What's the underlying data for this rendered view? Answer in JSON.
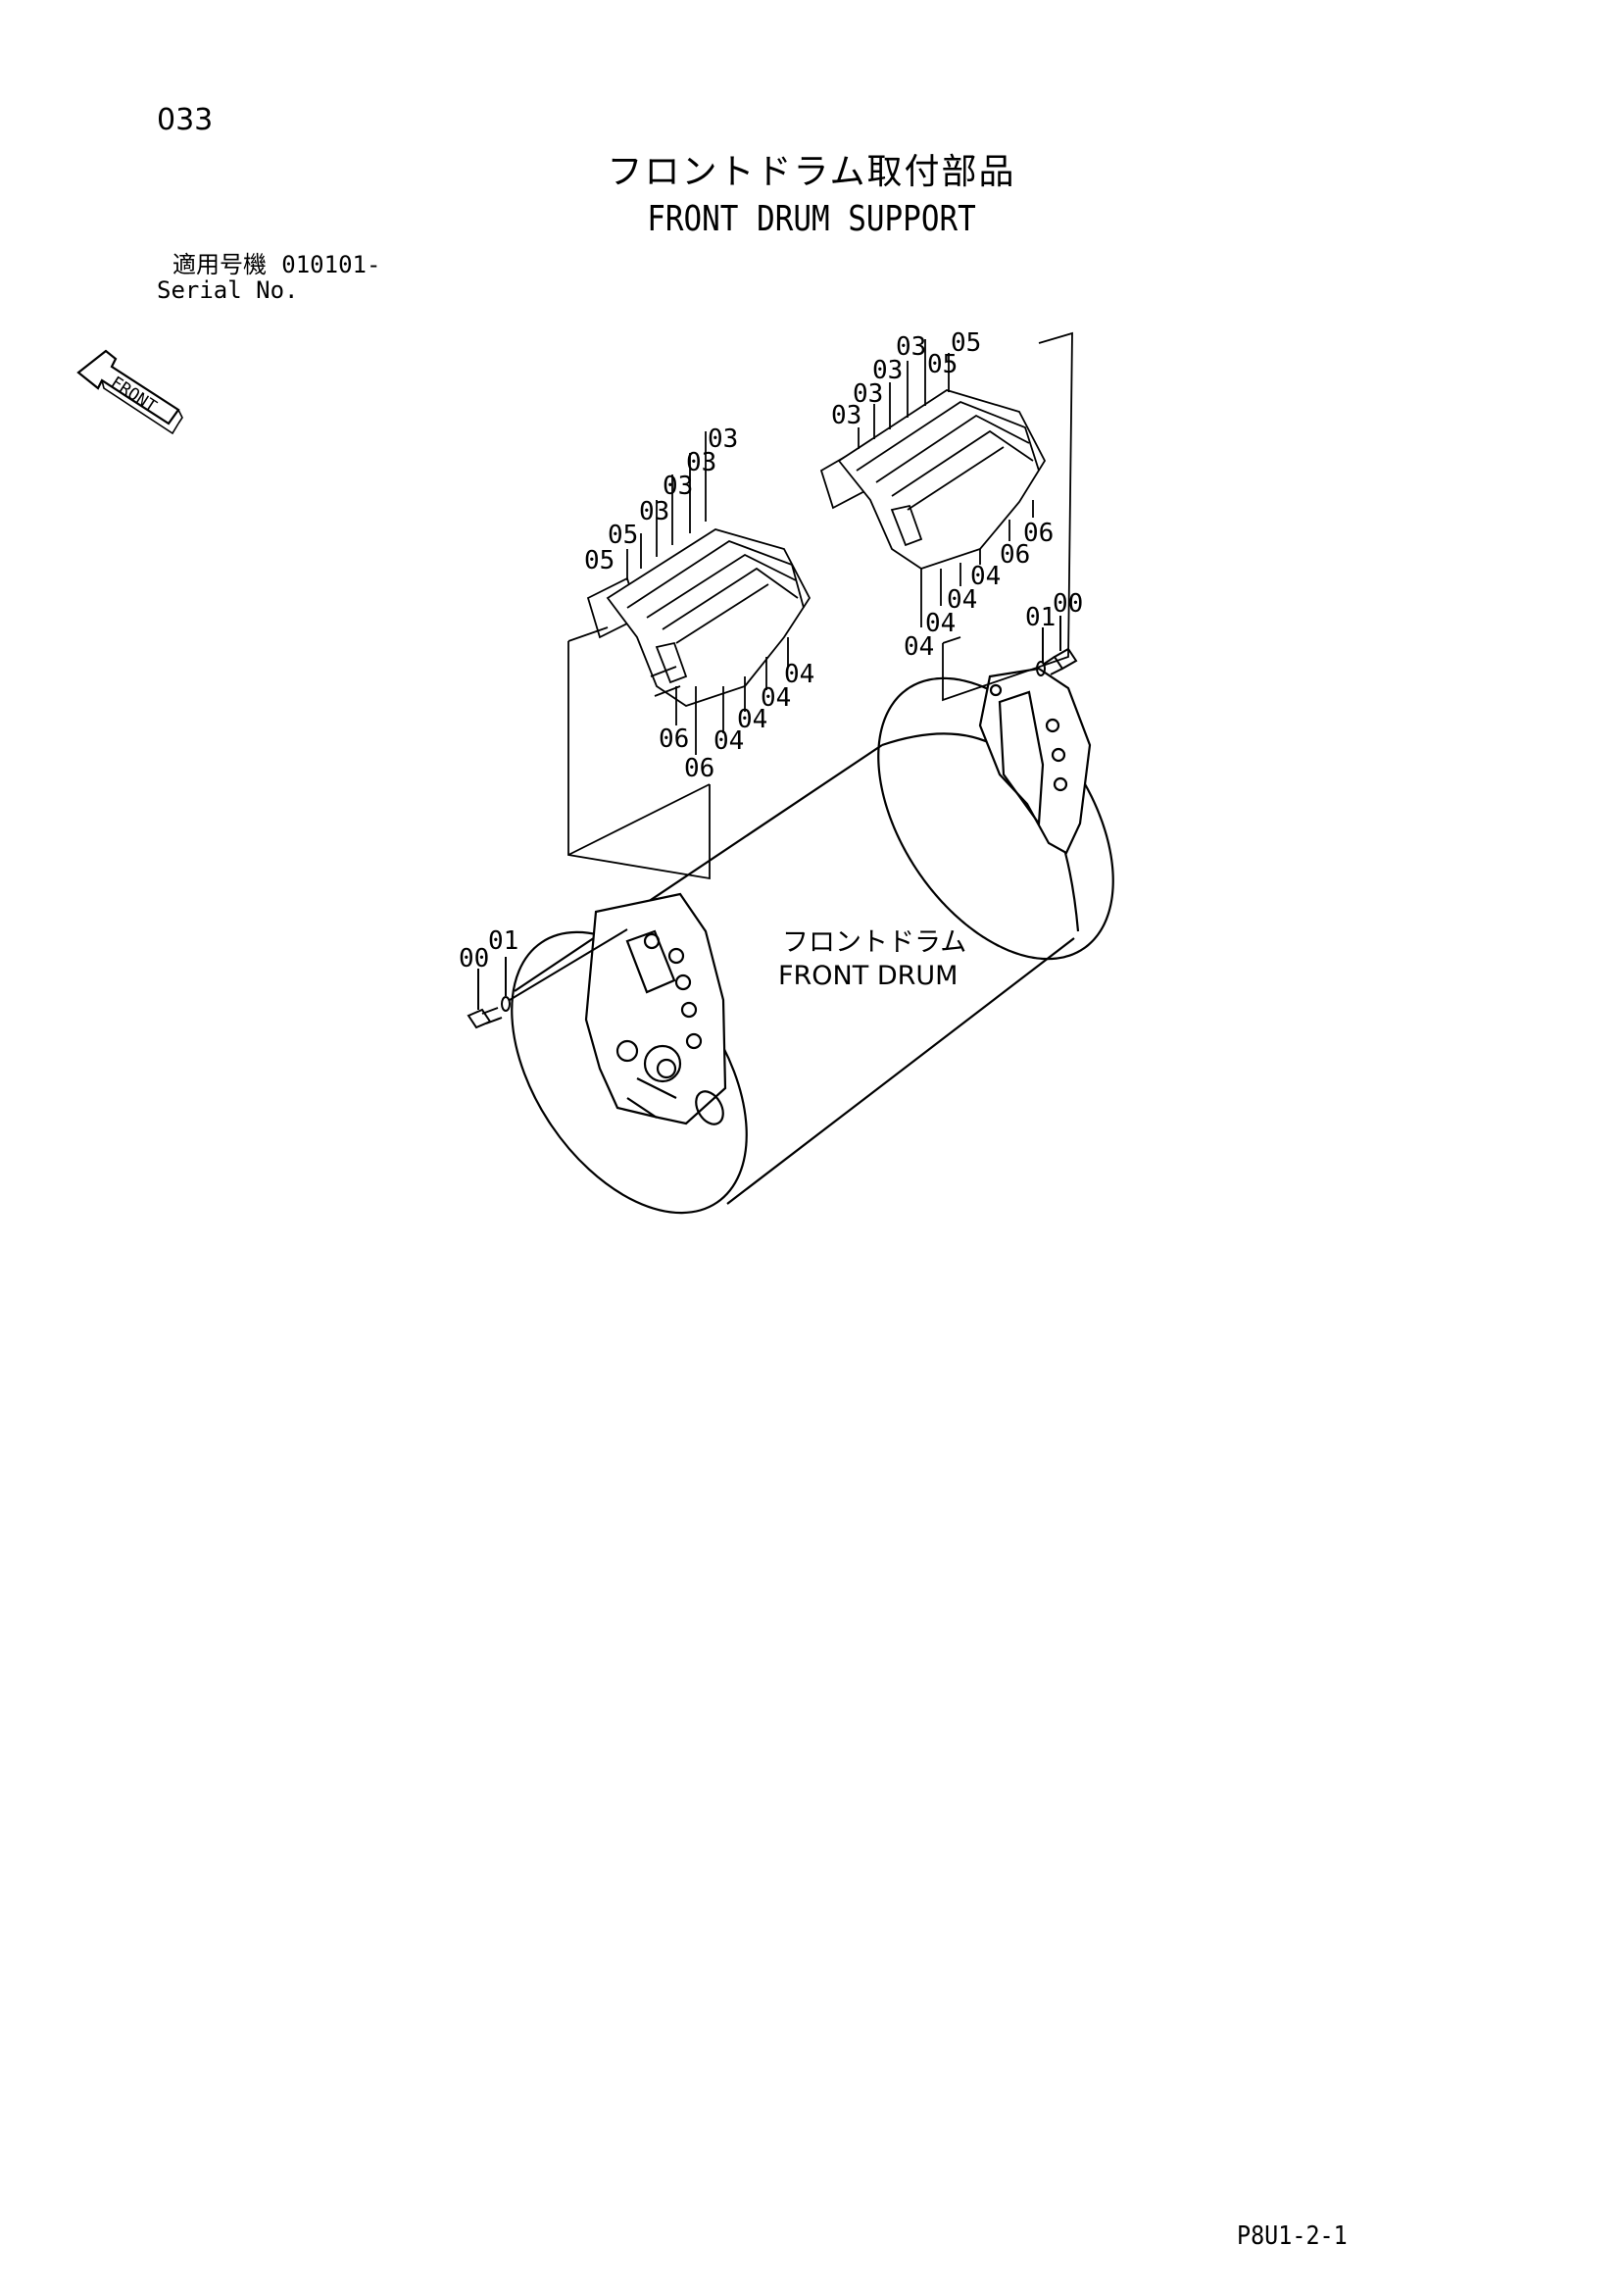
{
  "page": {
    "number": "033",
    "title_jp": "フロントドラム取付部品",
    "title_en": "FRONT DRUM SUPPORT",
    "serial_label_jp": "適用号機",
    "serial_value": "010101-",
    "serial_label_en": "Serial No.",
    "doc_code": "P8U1-2-1"
  },
  "diagram": {
    "direction_label": "FRONT",
    "component_label_jp": "フロントドラム",
    "component_label_en": "FRONT DRUM",
    "callouts": [
      "00",
      "01",
      "03",
      "04",
      "05",
      "06"
    ]
  }
}
